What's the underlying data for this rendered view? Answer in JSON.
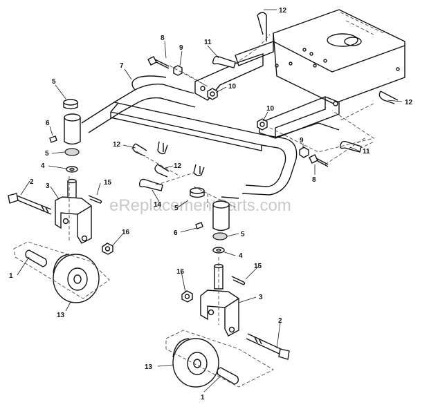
{
  "watermark": "eReplacementParts.com",
  "labels": {
    "l1a": "1",
    "l1b": "1",
    "l2a": "2",
    "l2b": "2",
    "l3a": "3",
    "l3b": "3",
    "l4a": "4",
    "l4b": "4",
    "l5a": "5",
    "l5b": "5",
    "l5c": "5",
    "l5d": "5",
    "l6a": "6",
    "l6b": "6",
    "l7": "7",
    "l8a": "8",
    "l8b": "8",
    "l9a": "9",
    "l9b": "9",
    "l10a": "10",
    "l10b": "10",
    "l11a": "11",
    "l11b": "11",
    "l12a": "12",
    "l12b": "12",
    "l12c": "12",
    "l12d": "12",
    "l13a": "13",
    "l13b": "13",
    "l14": "14",
    "l15a": "15",
    "l15b": "15",
    "l16a": "16",
    "l16b": "16"
  }
}
